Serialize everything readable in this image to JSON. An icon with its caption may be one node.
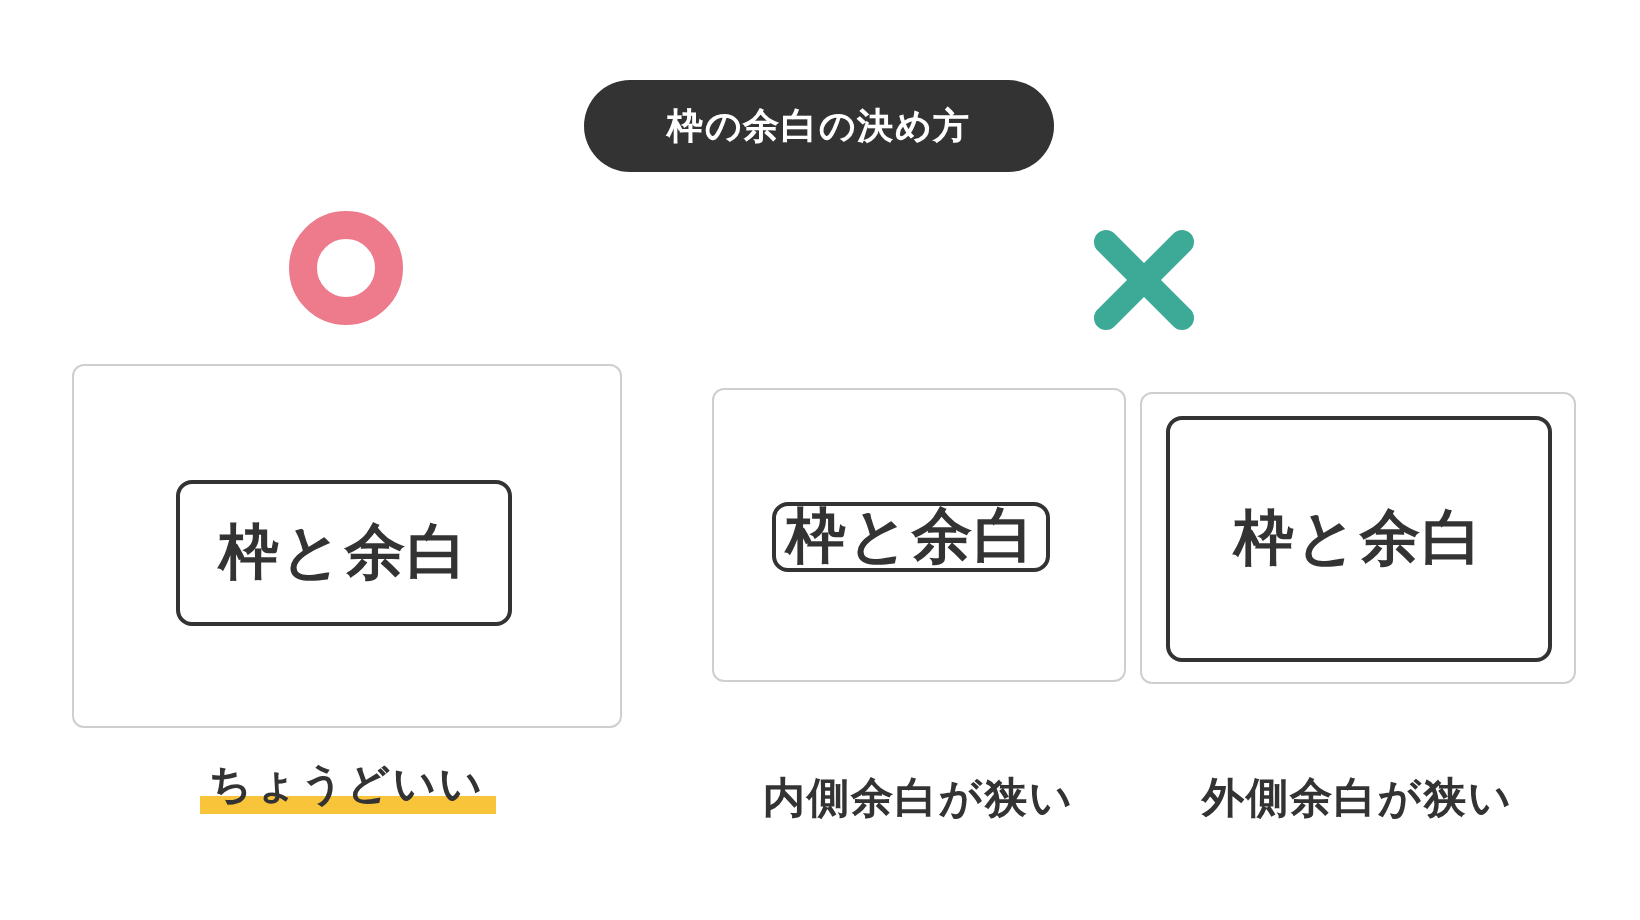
{
  "diagram": {
    "title": "枠の余白の決め方",
    "nodes": [
      {
        "text": [],
        "shape": "box",
        "beside": [
          "ちょうどいい"
        ]
      },
      {
        "text": [
          "枠と余白"
        ],
        "in": 0
      },
      {
        "text": [],
        "shape": "box",
        "beside": [
          "内側余白が狭い"
        ]
      },
      {
        "text": [
          "枠と余白"
        ],
        "in": 2
      },
      {
        "text": [],
        "shape": "box",
        "beside": [
          "外側余白が狭い"
        ]
      },
      {
        "text": [
          "枠と余白"
        ],
        "in": 4
      }
    ]
  }
}
